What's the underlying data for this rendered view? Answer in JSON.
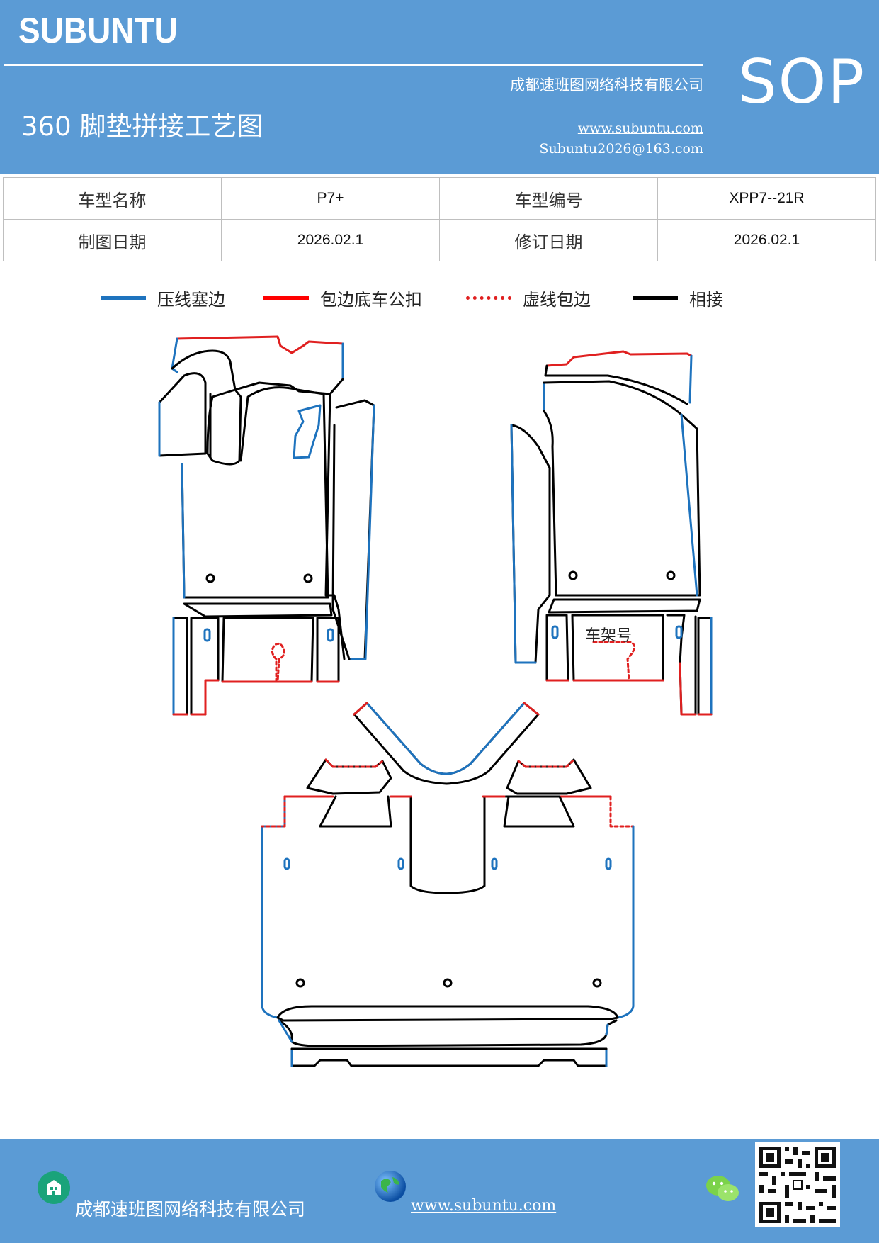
{
  "header": {
    "brand": "SUBUNTU",
    "doc_title": "360 脚垫拼接工艺图",
    "company": "成都速班图网络科技有限公司",
    "website": "www.subuntu.com",
    "email": "Subuntu2026@163.com",
    "doc_type": "SOP"
  },
  "info_table": {
    "rows": [
      [
        {
          "label": "车型名称"
        },
        {
          "value": "P7+"
        },
        {
          "label": "车型编号"
        },
        {
          "value": "XPP7--21R"
        }
      ],
      [
        {
          "label": "制图日期"
        },
        {
          "value": "2026.02.1"
        },
        {
          "label": "修订日期"
        },
        {
          "value": "2026.02.1"
        }
      ]
    ]
  },
  "legend": [
    {
      "label": "压线塞边",
      "style": "solid",
      "color": "#1e73be"
    },
    {
      "label": "包边底车公扣",
      "style": "solid",
      "color": "#ff0000"
    },
    {
      "label": "虚线包边",
      "style": "dotted",
      "color": "#e02020"
    },
    {
      "label": "相接",
      "style": "solid",
      "color": "#000000"
    }
  ],
  "diagram": {
    "frame_label": "车架号",
    "colors": {
      "blue": "#1e73be",
      "red": "#e02020",
      "black": "#000000"
    }
  },
  "footer": {
    "company": "成都速班图网络科技有限公司",
    "website": "www.subuntu.com",
    "icons": [
      "building-icon",
      "globe-icon",
      "wechat-icon",
      "qr-code"
    ]
  }
}
